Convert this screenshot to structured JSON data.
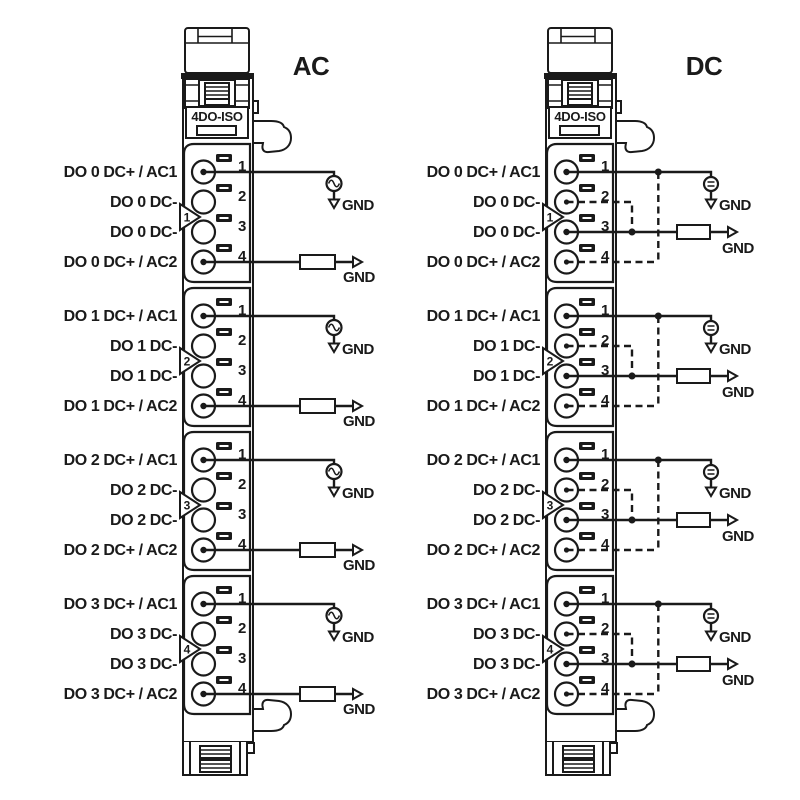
{
  "colors": {
    "line": "#1a1a1a",
    "background": "#ffffff"
  },
  "modules": [
    {
      "title": "AC",
      "device_label": "4DO-ISO",
      "wiring_type": "ac",
      "groups": [
        {
          "badge": "1",
          "gnd_source": "GND",
          "gnd_load": "GND",
          "terminals": [
            {
              "num": "1",
              "label": "DO 0 DC+ / AC1"
            },
            {
              "num": "2",
              "label": "DO 0 DC-"
            },
            {
              "num": "3",
              "label": "DO 0 DC-"
            },
            {
              "num": "4",
              "label": "DO 0 DC+ / AC2"
            }
          ]
        },
        {
          "badge": "2",
          "gnd_source": "GND",
          "gnd_load": "GND",
          "terminals": [
            {
              "num": "1",
              "label": "DO 1 DC+ / AC1"
            },
            {
              "num": "2",
              "label": "DO 1 DC-"
            },
            {
              "num": "3",
              "label": "DO 1 DC-"
            },
            {
              "num": "4",
              "label": "DO 1 DC+ / AC2"
            }
          ]
        },
        {
          "badge": "3",
          "gnd_source": "GND",
          "gnd_load": "GND",
          "terminals": [
            {
              "num": "1",
              "label": "DO 2 DC+ / AC1"
            },
            {
              "num": "2",
              "label": "DO 2 DC-"
            },
            {
              "num": "3",
              "label": "DO 2 DC-"
            },
            {
              "num": "4",
              "label": "DO 2 DC+ / AC2"
            }
          ]
        },
        {
          "badge": "4",
          "gnd_source": "GND",
          "gnd_load": "GND",
          "terminals": [
            {
              "num": "1",
              "label": "DO 3 DC+ / AC1"
            },
            {
              "num": "2",
              "label": "DO 3 DC-"
            },
            {
              "num": "3",
              "label": "DO 3 DC-"
            },
            {
              "num": "4",
              "label": "DO 3 DC+ / AC2"
            }
          ]
        }
      ]
    },
    {
      "title": "DC",
      "device_label": "4DO-ISO",
      "wiring_type": "dc",
      "groups": [
        {
          "badge": "1",
          "gnd_source": "GND",
          "gnd_load": "GND",
          "terminals": [
            {
              "num": "1",
              "label": "DO 0 DC+ / AC1"
            },
            {
              "num": "2",
              "label": "DO 0 DC-"
            },
            {
              "num": "3",
              "label": "DO 0 DC-"
            },
            {
              "num": "4",
              "label": "DO 0 DC+ / AC2"
            }
          ]
        },
        {
          "badge": "2",
          "gnd_source": "GND",
          "gnd_load": "GND",
          "terminals": [
            {
              "num": "1",
              "label": "DO 1 DC+ / AC1"
            },
            {
              "num": "2",
              "label": "DO 1 DC-"
            },
            {
              "num": "3",
              "label": "DO 1 DC-"
            },
            {
              "num": "4",
              "label": "DO 1 DC+ / AC2"
            }
          ]
        },
        {
          "badge": "3",
          "gnd_source": "GND",
          "gnd_load": "GND",
          "terminals": [
            {
              "num": "1",
              "label": "DO 2 DC+ / AC1"
            },
            {
              "num": "2",
              "label": "DO 2 DC-"
            },
            {
              "num": "3",
              "label": "DO 2 DC-"
            },
            {
              "num": "4",
              "label": "DO 2 DC+ / AC2"
            }
          ]
        },
        {
          "badge": "4",
          "gnd_source": "GND",
          "gnd_load": "GND",
          "terminals": [
            {
              "num": "1",
              "label": "DO 3 DC+ / AC1"
            },
            {
              "num": "2",
              "label": "DO 3 DC-"
            },
            {
              "num": "3",
              "label": "DO 3 DC-"
            },
            {
              "num": "4",
              "label": "DO 3 DC+ / AC2"
            }
          ]
        }
      ]
    }
  ]
}
